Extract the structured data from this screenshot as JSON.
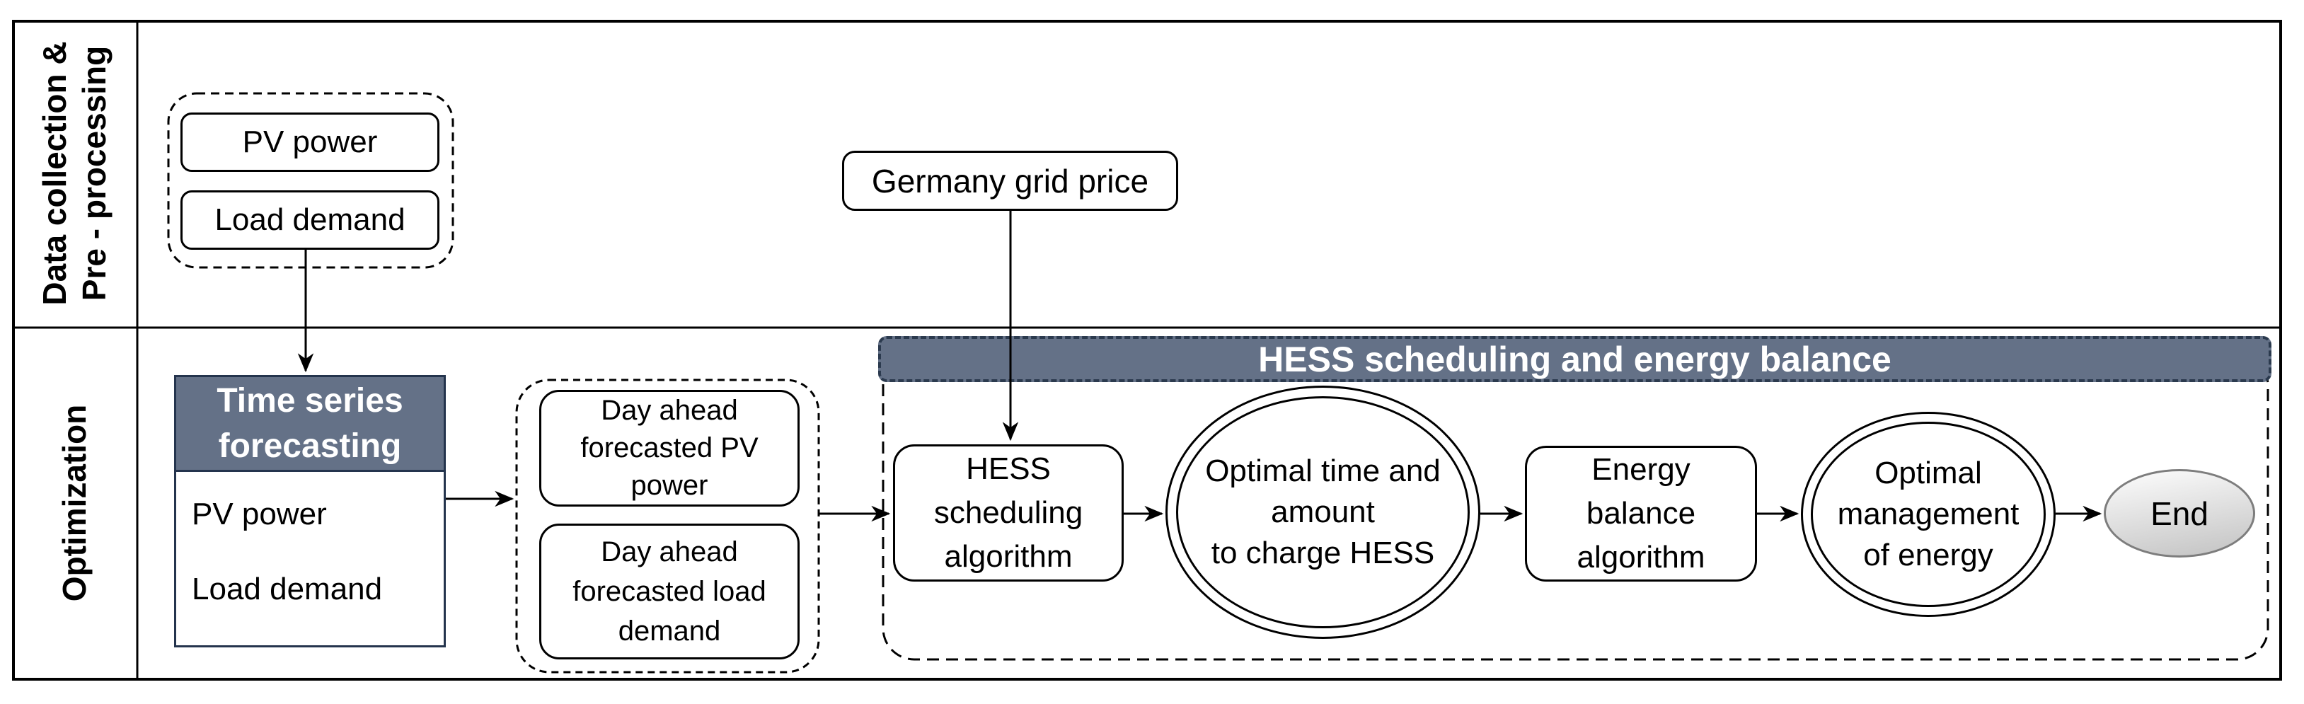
{
  "colors": {
    "slate_fill": "#647187",
    "slate_dash": "#2b3a4e",
    "ts_border": "#24344d",
    "end_border": "#7d7d7d",
    "end_fill_light": "#f7f7f7",
    "end_fill_dark": "#c5c5c5"
  },
  "lanes": {
    "lane1": {
      "line1": "Data collection &",
      "line2": "Pre - processing"
    },
    "lane2": {
      "label": "Optimization"
    }
  },
  "collection": {
    "pv_power": "PV power",
    "load_demand": "Load demand",
    "germany_grid_price": "Germany grid price"
  },
  "forecasting": {
    "header_line1": "Time series",
    "header_line2": "forecasting",
    "item_pv": "PV power",
    "item_load": "Load demand",
    "day_ahead_pv": {
      "line1": "Day ahead",
      "line2": "forecasted PV",
      "line3": "power"
    },
    "day_ahead_load": {
      "line1": "Day ahead",
      "line2": "forecasted load",
      "line3": "demand"
    }
  },
  "hess": {
    "banner": "HESS scheduling and energy balance",
    "scheduling": {
      "line1": "HESS",
      "line2": "scheduling",
      "line3": "algorithm"
    },
    "optimal_time": {
      "line1": "Optimal time and",
      "line2": "amount",
      "line3": "to charge HESS"
    },
    "energy_balance": {
      "line1": "Energy",
      "line2": "balance",
      "line3": "algorithm"
    },
    "optimal_mgmt": {
      "line1": "Optimal",
      "line2": "management",
      "line3": "of energy"
    },
    "end": "End"
  }
}
